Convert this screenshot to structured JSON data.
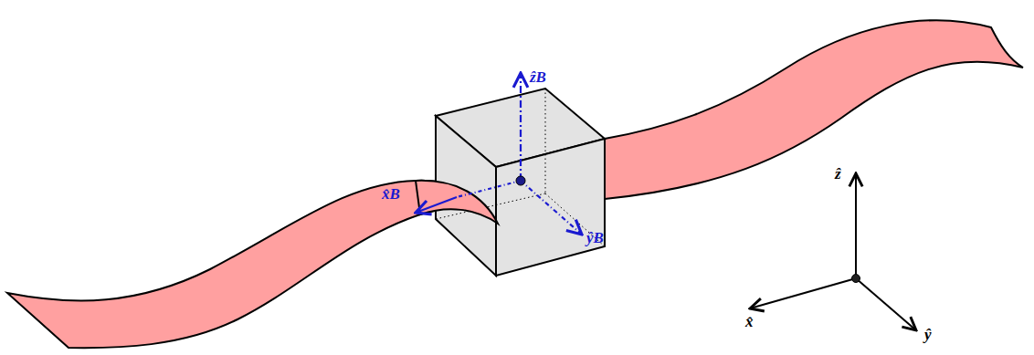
{
  "diagram": {
    "labels": [
      "ẑB",
      "x̂B",
      "ŷB",
      "ẑ",
      "x̂",
      "ŷ"
    ]
  }
}
